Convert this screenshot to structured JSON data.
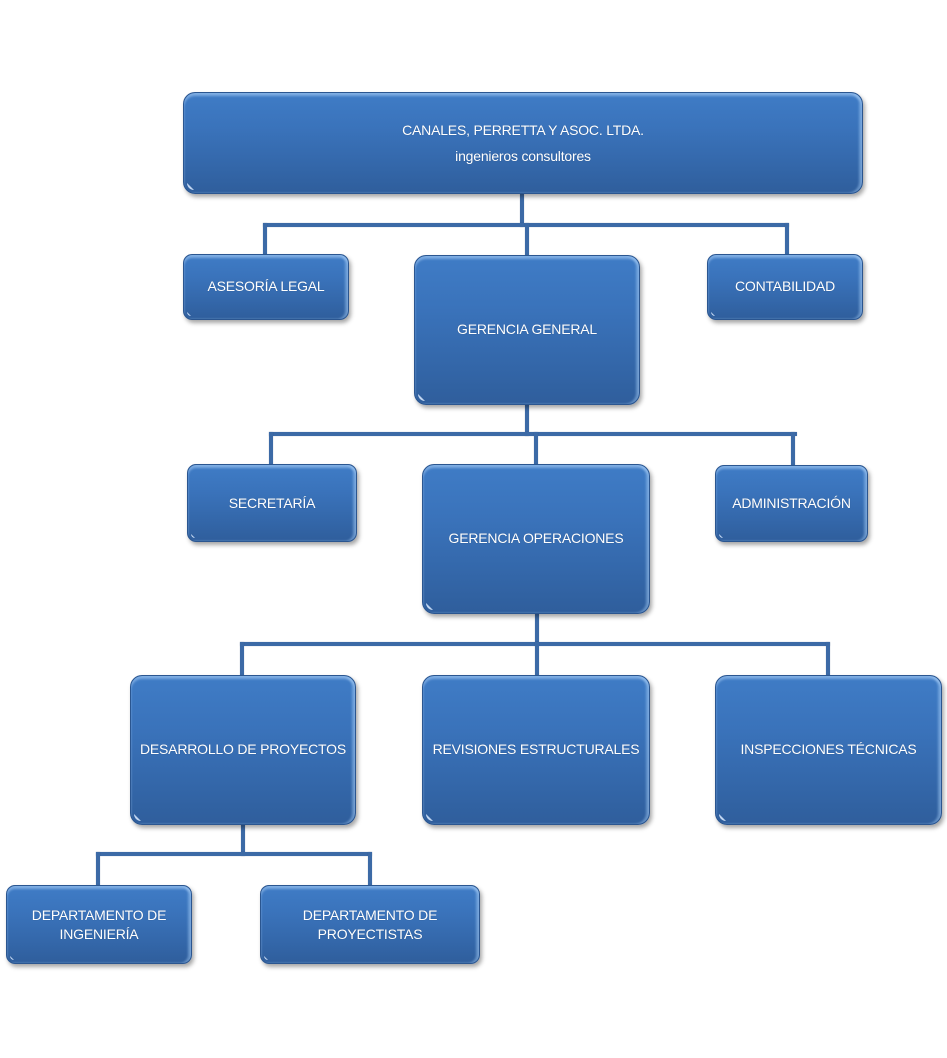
{
  "title": "Organigrama",
  "colors": {
    "box_fill": "#3a73bb",
    "box_fill_bottom": "#2f5e9c",
    "connector": "#3c6aa6",
    "text": "#ffffff",
    "background": "#ffffff"
  },
  "nodes": {
    "root": {
      "label": "CANALES, PERRETTA Y ASOC. LTDA.",
      "sublabel": "ingenieros consultores"
    },
    "asesoria_legal": {
      "label": "ASESORÍA LEGAL",
      "parent": "root"
    },
    "gerencia_general": {
      "label": "GERENCIA GENERAL",
      "parent": "root"
    },
    "contabilidad": {
      "label": "CONTABILIDAD",
      "parent": "root"
    },
    "secretaria": {
      "label": "SECRETARÍA",
      "parent": "gerencia_general"
    },
    "gerencia_operaciones": {
      "label": "GERENCIA OPERACIONES",
      "parent": "gerencia_general"
    },
    "administracion": {
      "label": "ADMINISTRACIÓN",
      "parent": "gerencia_general"
    },
    "desarrollo_proyectos": {
      "label": "DESARROLLO DE PROYECTOS",
      "parent": "gerencia_operaciones"
    },
    "revisiones_estructurales": {
      "label": "REVISIONES ESTRUCTURALES",
      "parent": "gerencia_operaciones"
    },
    "inspecciones_tecnicas": {
      "label": "INSPECCIONES TÉCNICAS",
      "parent": "gerencia_operaciones"
    },
    "depto_ingenieria": {
      "label_line1": "DEPARTAMENTO DE",
      "label_line2": "INGENIERÍA",
      "parent": "desarrollo_proyectos"
    },
    "depto_proyectistas": {
      "label_line1": "DEPARTAMENTO DE",
      "label_line2": "PROYECTISTAS",
      "parent": "desarrollo_proyectos"
    }
  }
}
